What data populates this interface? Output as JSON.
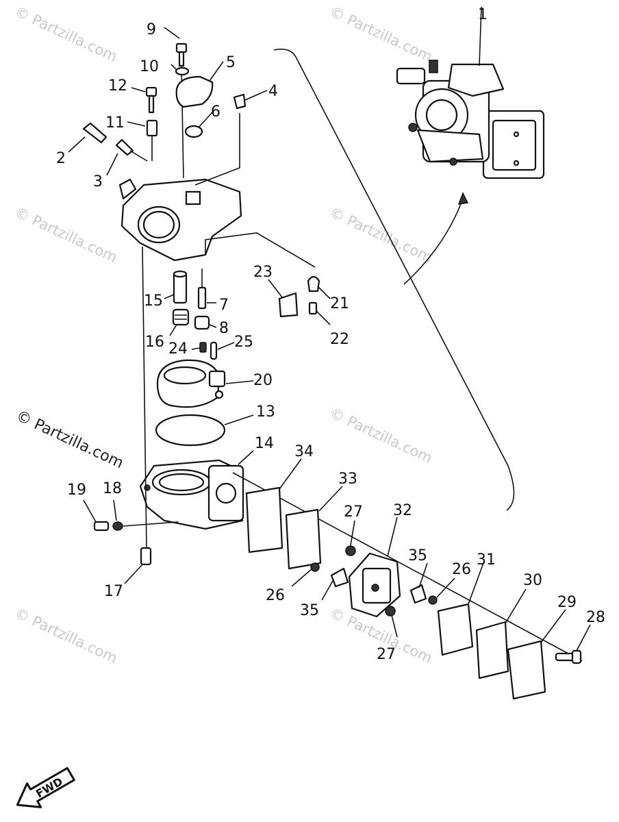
{
  "watermarks": {
    "text": "© Partzilla.com",
    "prominent_text": "© Partzilla.com"
  },
  "callouts": [
    {
      "id": "c1",
      "label": "1"
    },
    {
      "id": "c2",
      "label": "2"
    },
    {
      "id": "c3",
      "label": "3"
    },
    {
      "id": "c4",
      "label": "4"
    },
    {
      "id": "c5",
      "label": "5"
    },
    {
      "id": "c6",
      "label": "6"
    },
    {
      "id": "c7",
      "label": "7"
    },
    {
      "id": "c8",
      "label": "8"
    },
    {
      "id": "c9",
      "label": "9"
    },
    {
      "id": "c10",
      "label": "10"
    },
    {
      "id": "c11",
      "label": "11"
    },
    {
      "id": "c12",
      "label": "12"
    },
    {
      "id": "c13",
      "label": "13"
    },
    {
      "id": "c14",
      "label": "14"
    },
    {
      "id": "c15",
      "label": "15"
    },
    {
      "id": "c16",
      "label": "16"
    },
    {
      "id": "c17",
      "label": "17"
    },
    {
      "id": "c18",
      "label": "18"
    },
    {
      "id": "c19",
      "label": "19"
    },
    {
      "id": "c20",
      "label": "20"
    },
    {
      "id": "c21",
      "label": "21"
    },
    {
      "id": "c22",
      "label": "22"
    },
    {
      "id": "c23",
      "label": "23"
    },
    {
      "id": "c24",
      "label": "24"
    },
    {
      "id": "c25",
      "label": "25"
    },
    {
      "id": "c26a",
      "label": "26"
    },
    {
      "id": "c26b",
      "label": "26"
    },
    {
      "id": "c27a",
      "label": "27"
    },
    {
      "id": "c27b",
      "label": "27"
    },
    {
      "id": "c28",
      "label": "28"
    },
    {
      "id": "c29",
      "label": "29"
    },
    {
      "id": "c30",
      "label": "30"
    },
    {
      "id": "c31",
      "label": "31"
    },
    {
      "id": "c32",
      "label": "32"
    },
    {
      "id": "c33",
      "label": "33"
    },
    {
      "id": "c34",
      "label": "34"
    },
    {
      "id": "c35a",
      "label": "35"
    },
    {
      "id": "c35b",
      "label": "35"
    }
  ],
  "fwd_arrow": {
    "label": "FWD"
  }
}
